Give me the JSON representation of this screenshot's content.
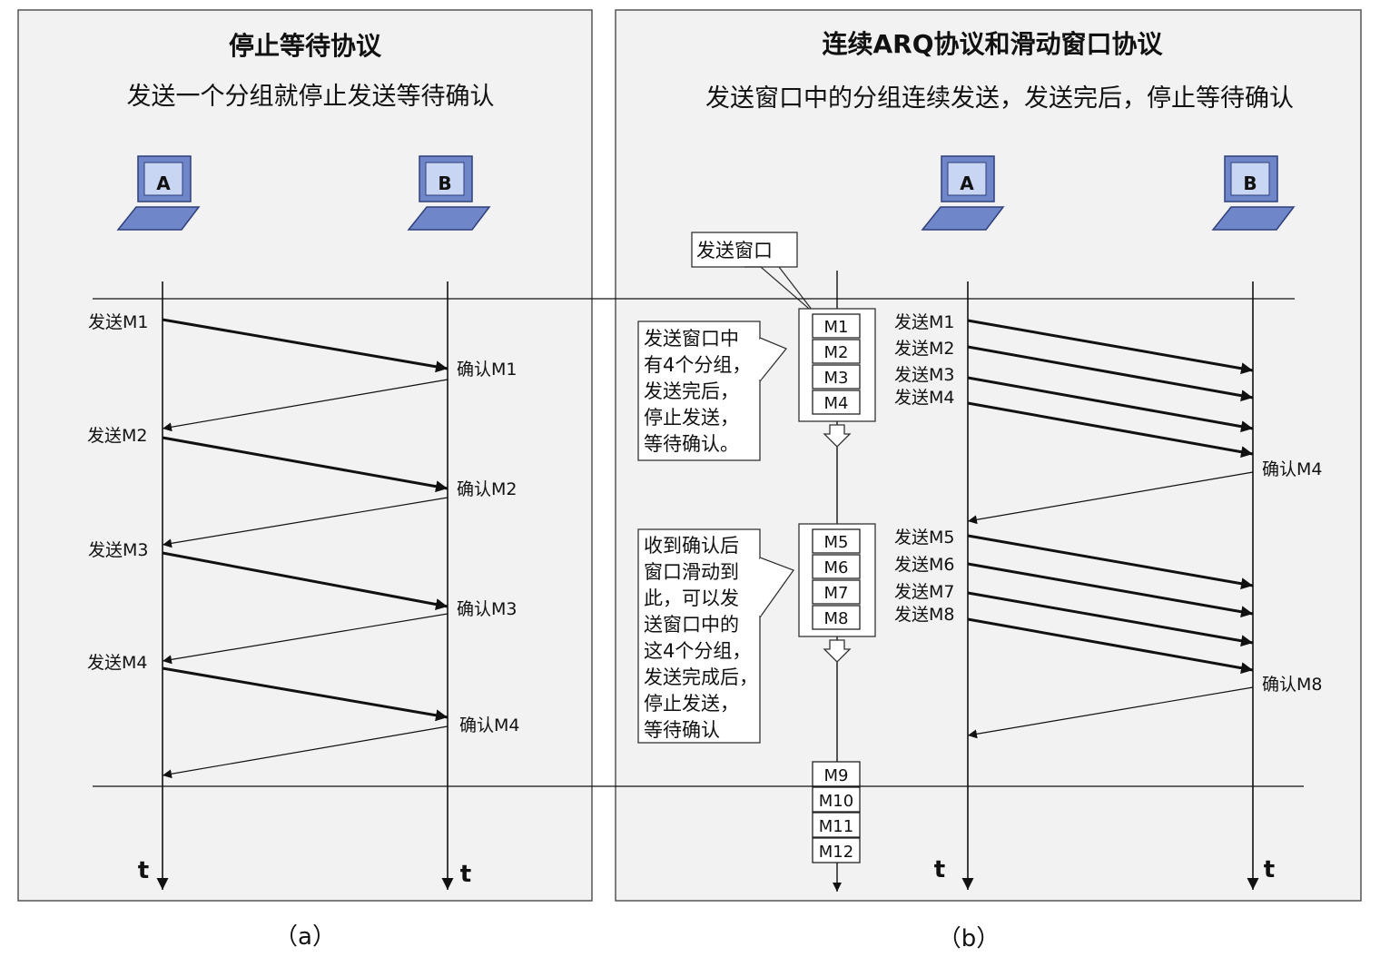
{
  "caption_a": "（a）",
  "caption_b": "（b）",
  "panel_a": {
    "title": "停止等待协议",
    "subtitle": "发送一个分组就停止发送等待确认",
    "host_a": "A",
    "host_b": "B",
    "time_label": "t",
    "messages": [
      {
        "send": "发送M1",
        "ack": "确认M1"
      },
      {
        "send": "发送M2",
        "ack": "确认M2"
      },
      {
        "send": "发送M3",
        "ack": "确认M3"
      },
      {
        "send": "发送M4",
        "ack": "确认M4"
      }
    ]
  },
  "panel_b": {
    "title": "连续ARQ协议和滑动窗口协议",
    "subtitle": "发送窗口中的分组连续发送，发送完后，停止等待确认",
    "host_a": "A",
    "host_b": "B",
    "time_label": "t",
    "window_label": "发送窗口",
    "window1": [
      "M1",
      "M2",
      "M3",
      "M4"
    ],
    "window2": [
      "M5",
      "M6",
      "M7",
      "M8"
    ],
    "remaining": [
      "M9",
      "M10",
      "M11",
      "M12"
    ],
    "note1": [
      "发送窗口中",
      "有4个分组，",
      "发送完后，",
      "停止发送，",
      "等待确认。"
    ],
    "note2": [
      "收到确认后",
      "窗口滑动到",
      "此，可以发",
      "送窗口中的",
      "这4个分组，",
      "发送完成后，",
      "停止发送，",
      "等待确认"
    ],
    "group1_sends": [
      "发送M1",
      "发送M2",
      "发送M3",
      "发送M4"
    ],
    "group1_ack": "确认M4",
    "group2_sends": [
      "发送M5",
      "发送M6",
      "发送M7",
      "发送M8"
    ],
    "group2_ack": "确认M8"
  }
}
